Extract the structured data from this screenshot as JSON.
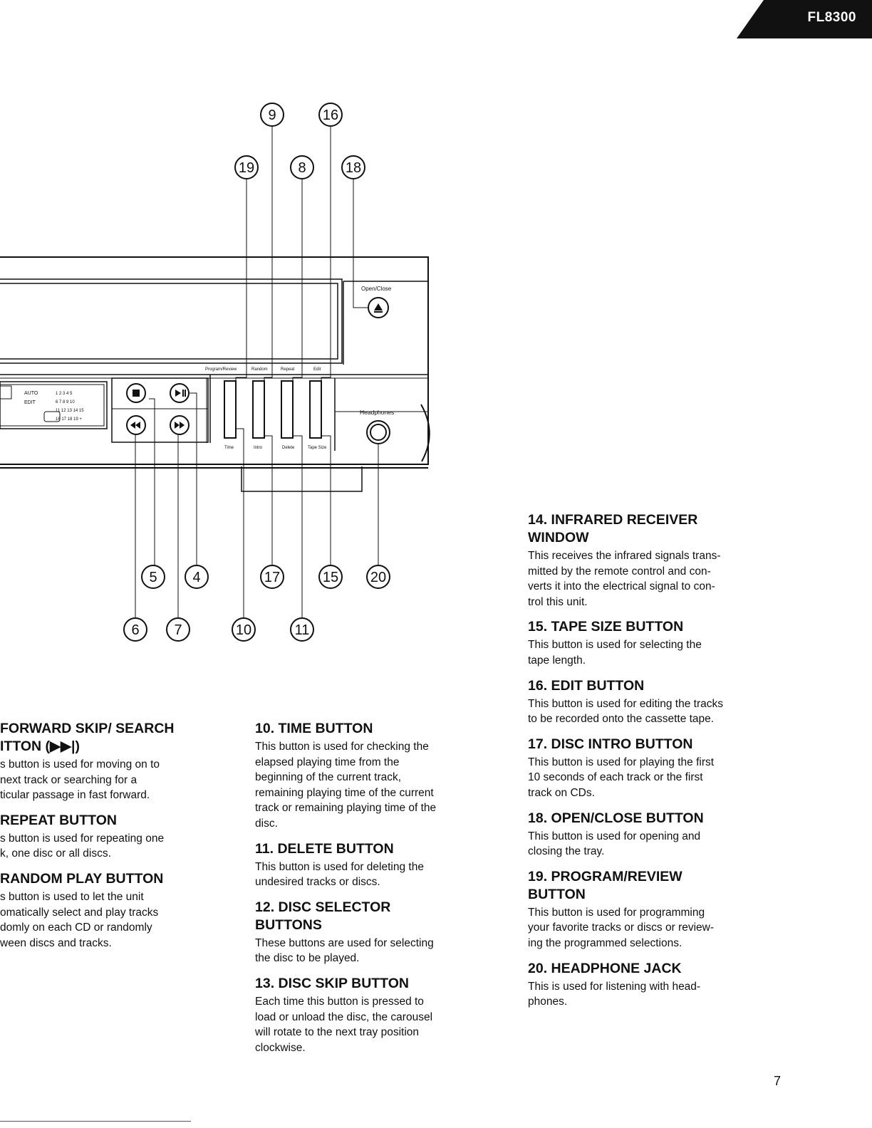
{
  "header": {
    "model": "FL8300"
  },
  "diagram": {
    "top_callouts": [
      "9",
      "16",
      "19",
      "8",
      "18"
    ],
    "bottom_callouts": [
      "5",
      "4",
      "17",
      "15",
      "20",
      "6",
      "7",
      "10",
      "11"
    ],
    "labels": {
      "open_close": "Open/Close",
      "headphones": "Headphones",
      "program_review": "Program/Review",
      "random": "Random",
      "repeat": "Repeat",
      "edit": "Edit",
      "time": "Time",
      "intro": "Intro",
      "delete": "Delete",
      "tape_size": "Tape Size",
      "auto": "AUTO",
      "edit_mode": "EDIT",
      "track_row1": "1 2 3 4 5",
      "track_row2": "6 7 8 9 10",
      "track_row3": "11 12 13 14 15",
      "track_row4": "16 17 18 19 +"
    }
  },
  "left_column": [
    {
      "title": "FORWARD SKIP/ SEARCH\nITTON (▶▶|)",
      "body": "s button is used for moving on to\n next track or searching for a\nticular passage in fast forward."
    },
    {
      "title": "REPEAT BUTTON",
      "body": "s button is used for repeating one\nk, one disc or all discs."
    },
    {
      "title": "RANDOM PLAY BUTTON",
      "body": "s button is used to let the unit\nomatically select and play tracks\ndomly on each CD or randomly\nween discs and tracks."
    }
  ],
  "middle_column": [
    {
      "title": "10. TIME BUTTON",
      "body": "This button is used for checking the\nelapsed playing time from the\nbeginning of the current track,\nremaining playing time of the current\ntrack or remaining playing time of the\ndisc."
    },
    {
      "title": "11. DELETE BUTTON",
      "body": "This button is used for deleting the\nundesired tracks or discs."
    },
    {
      "title": "12. DISC SELECTOR\nBUTTONS",
      "body": "These buttons are used for selecting\nthe disc to be played."
    },
    {
      "title": "13. DISC SKIP BUTTON",
      "body": "Each time this button is pressed to\nload or unload the disc, the carousel\nwill rotate to the next tray position\nclockwise."
    }
  ],
  "right_column": [
    {
      "title": "14. INFRARED RECEIVER\nWINDOW",
      "body": "This receives the infrared signals trans-\nmitted by the remote control and con-\nverts it into the electrical signal to con-\ntrol this unit."
    },
    {
      "title": "15. TAPE SIZE BUTTON",
      "body": "This button is used for selecting the\ntape length."
    },
    {
      "title": "16. EDIT BUTTON",
      "body": "This button is used for editing the tracks\nto be recorded onto the cassette tape."
    },
    {
      "title": "17. DISC INTRO BUTTON",
      "body": "This button is used for playing the first\n10 seconds of each track or the first\ntrack on CDs."
    },
    {
      "title": "18. OPEN/CLOSE BUTTON",
      "body": "This button is used for opening and\nclosing the tray."
    },
    {
      "title": "19. PROGRAM/REVIEW\nBUTTON",
      "body": "This button is used for programming\nyour favorite tracks or discs or review-\ning the programmed selections."
    },
    {
      "title": "20. HEADPHONE JACK",
      "body": "This is used for listening with head-\nphones."
    }
  ],
  "page_number": "7"
}
